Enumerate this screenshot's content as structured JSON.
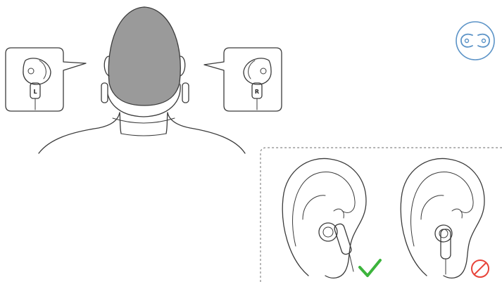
{
  "callouts": {
    "left_label": "L",
    "right_label": "R"
  },
  "fit_panel": {
    "correct_fit": "correct",
    "incorrect_fit": "incorrect"
  },
  "icons": {
    "corner_icon": "earbud-pair-icon",
    "correct_icon": "check-icon",
    "incorrect_icon": "prohibited-icon"
  },
  "colors": {
    "line": "#3b3b3b",
    "head": "#9a9a9a",
    "badge": "#5b93c7",
    "check": "#3cb43c",
    "prohibit": "#e8443a"
  }
}
